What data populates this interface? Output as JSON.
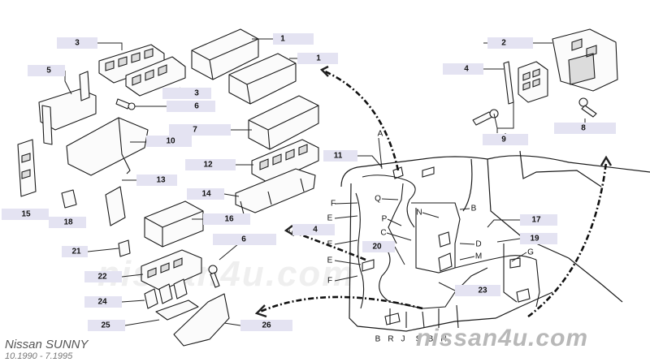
{
  "caption": {
    "model": "Nissan SUNNY",
    "dates": "10.1990  -  7.1995"
  },
  "watermark": {
    "center": "nissan4u.com",
    "corner": "nissan4u.com"
  },
  "callouts": {
    "c1a": "1",
    "c1b": "1",
    "c2": "2",
    "c3a": "3",
    "c3b": "3",
    "c4a": "4",
    "c4b": "4",
    "c5": "5",
    "c6a": "6",
    "c6b": "6",
    "c7": "7",
    "c8": "8",
    "c9": "9",
    "c10": "10",
    "c11": "11",
    "c12": "12",
    "c13": "13",
    "c14": "14",
    "c15": "15",
    "c16": "16",
    "c17": "17",
    "c18": "18",
    "c19": "19",
    "c20": "20",
    "c21": "21",
    "c22": "22",
    "c23": "23",
    "c24": "24",
    "c25": "25",
    "c26": "26"
  },
  "connector_letters": {
    "A": "A",
    "B1": "B",
    "B2": "B",
    "B3": "B",
    "C": "C",
    "D": "D",
    "E1": "E",
    "E2": "E",
    "E3": "E",
    "F1": "F",
    "F2": "F",
    "G": "G",
    "H": "H",
    "J": "J",
    "M": "M",
    "N": "N",
    "P": "P",
    "Q": "Q",
    "R": "R",
    "S": "S"
  }
}
